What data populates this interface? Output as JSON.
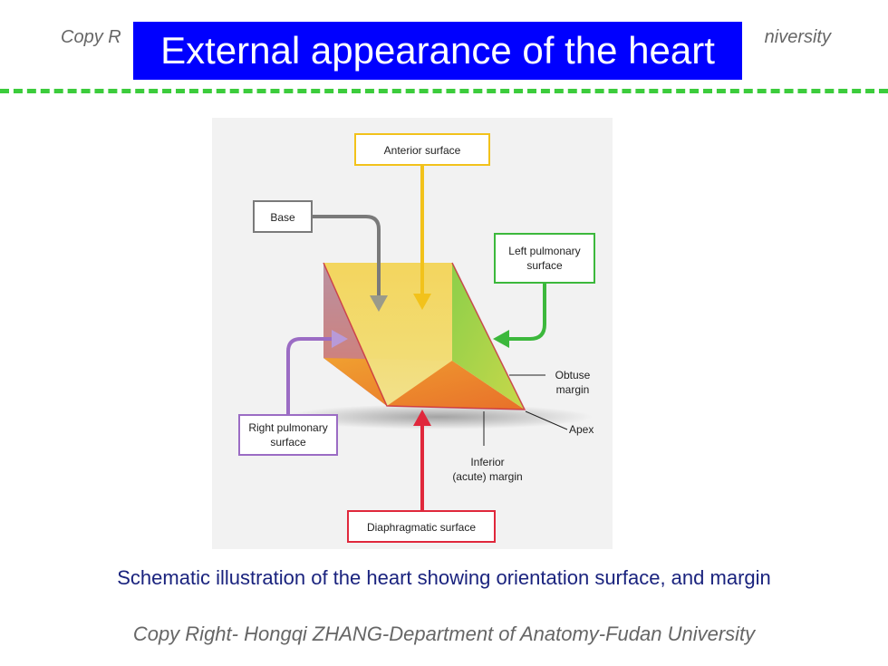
{
  "copyright_top": {
    "left": "Copy R",
    "right": "niversity"
  },
  "title": "External appearance of the heart",
  "diagram": {
    "labels": {
      "anterior_surface": "Anterior surface",
      "base": "Base",
      "left_pulmonary_line1": "Left pulmonary",
      "left_pulmonary_line2": "surface",
      "obtuse_line1": "Obtuse",
      "obtuse_line2": "margin",
      "right_pulmonary_line1": "Right pulmonary",
      "right_pulmonary_line2": "surface",
      "apex": "Apex",
      "inferior_line1": "Inferior",
      "inferior_line2": "(acute) margin",
      "diaphragmatic_surface": "Diaphragmatic surface"
    },
    "colors": {
      "anterior": "#f2c21b",
      "base": "#7a7a7a",
      "left_pulmonary": "#3cb83c",
      "right_pulmonary": "#9b6cc4",
      "diaphragmatic": "#e0283c"
    }
  },
  "caption": "Schematic illustration of the heart showing orientation surface, and margin",
  "copyright_bottom": "Copy Right- Hongqi ZHANG-Department of Anatomy-Fudan University"
}
